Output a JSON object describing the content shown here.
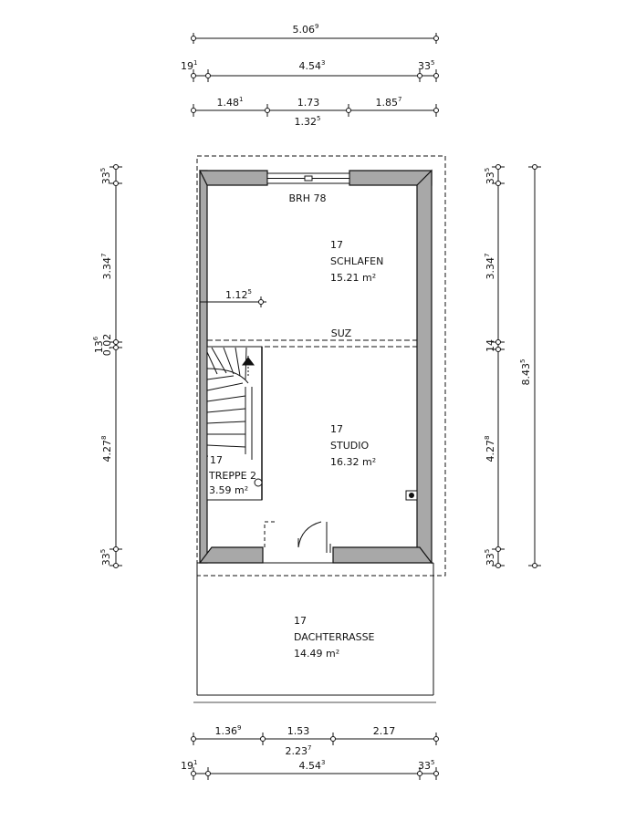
{
  "dimensions": {
    "top": {
      "overall": {
        "main": "5.06",
        "sup": "9"
      },
      "inner_left": {
        "main": "19",
        "sup": "1"
      },
      "inner_mid": {
        "main": "4.54",
        "sup": "3"
      },
      "inner_right": {
        "main": "33",
        "sup": "5"
      },
      "seg1": {
        "main": "1.48",
        "sup": "1"
      },
      "seg2": {
        "main": "1.73",
        "sup": ""
      },
      "seg3": {
        "main": "1.85",
        "sup": "7"
      },
      "below": {
        "main": "1.32",
        "sup": "5"
      }
    },
    "bottom": {
      "seg1": {
        "main": "1.36",
        "sup": "9"
      },
      "seg2": {
        "main": "1.53",
        "sup": ""
      },
      "seg3": {
        "main": "2.17",
        "sup": ""
      },
      "below": {
        "main": "2.23",
        "sup": "7"
      },
      "inner_left": {
        "main": "19",
        "sup": "1"
      },
      "inner_mid": {
        "main": "4.54",
        "sup": "3"
      },
      "inner_right": {
        "main": "33",
        "sup": "5"
      }
    },
    "left": {
      "top_wall": {
        "main": "33",
        "sup": "5"
      },
      "upper": {
        "main": "3.34",
        "sup": "7"
      },
      "mid_a": {
        "main": "13",
        "sup": "6"
      },
      "mid_b": {
        "main": "0.02",
        "sup": ""
      },
      "lower": {
        "main": "4.27",
        "sup": "8"
      },
      "bottom_wall": {
        "main": "33",
        "sup": "5"
      }
    },
    "right": {
      "top_wall": {
        "main": "33",
        "sup": "5"
      },
      "upper": {
        "main": "3.34",
        "sup": "7"
      },
      "mid": {
        "main": "14",
        "sup": ""
      },
      "lower": {
        "main": "4.27",
        "sup": "8"
      },
      "bottom_wall": {
        "main": "33",
        "sup": "5"
      },
      "overall": {
        "main": "8.43",
        "sup": "5"
      }
    },
    "interior": {
      "main": "1.12",
      "sup": "5"
    }
  },
  "labels": {
    "window": "BRH 78",
    "suz": "SUZ"
  },
  "rooms": {
    "schlafen": {
      "number": "17",
      "name": "SCHLAFEN",
      "area": "15.21 m²"
    },
    "studio": {
      "number": "17",
      "name": "STUDIO",
      "area": "16.32 m²"
    },
    "treppe": {
      "number": "17",
      "name": "TREPPE 2",
      "area": "3.59 m²"
    },
    "dachterrasse": {
      "number": "17",
      "name": "DACHTERRASSE",
      "area": "14.49 m²"
    }
  }
}
